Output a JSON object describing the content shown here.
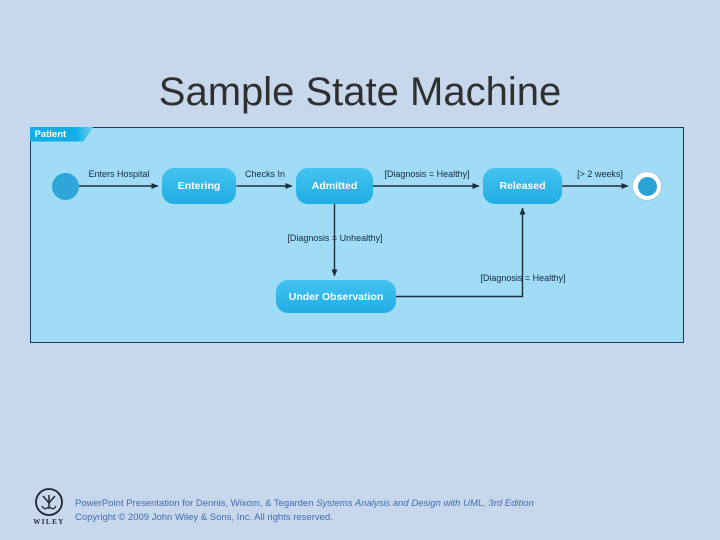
{
  "slide": {
    "title": "Sample State Machine"
  },
  "colors": {
    "slide_background": "#c7d8ec",
    "canvas": "#a0dcf6",
    "frame_border": "#1a3a5c",
    "state_fill": "#1fade4",
    "state_text": "#ffffff",
    "connector": "#1d2c3c",
    "footer_text": "#3f6cae"
  },
  "diagram": {
    "frame_label": "Patient",
    "states": [
      {
        "id": "initial",
        "type": "initial-pseudostate",
        "label": ""
      },
      {
        "id": "entering",
        "type": "state",
        "label": "Entering"
      },
      {
        "id": "admitted",
        "type": "state",
        "label": "Admitted"
      },
      {
        "id": "released",
        "type": "state",
        "label": "Released"
      },
      {
        "id": "under-observation",
        "type": "state",
        "label": "Under Observation"
      },
      {
        "id": "final",
        "type": "final-state",
        "label": ""
      }
    ],
    "transitions": [
      {
        "from": "initial",
        "to": "entering",
        "label": "Enters Hospital"
      },
      {
        "from": "entering",
        "to": "admitted",
        "label": "Checks In"
      },
      {
        "from": "admitted",
        "to": "released",
        "label": "[Diagnosis = Healthy]"
      },
      {
        "from": "released",
        "to": "final",
        "label": "[> 2 weeks]"
      },
      {
        "from": "admitted",
        "to": "under-observation",
        "label": "[Diagnosis = Unhealthy]"
      },
      {
        "from": "under-observation",
        "to": "released",
        "label": "[Diagnosis = Healthy]"
      }
    ]
  },
  "footer": {
    "logo_text": "WILEY",
    "line1_regular": "PowerPoint Presentation for Dennis, Wixom, & Tegarden ",
    "line1_italic": "Systems Analysis and Design with UML, 3rd Edition",
    "line2": "Copyright © 2009 John Wiley & Sons, Inc. All rights reserved."
  }
}
